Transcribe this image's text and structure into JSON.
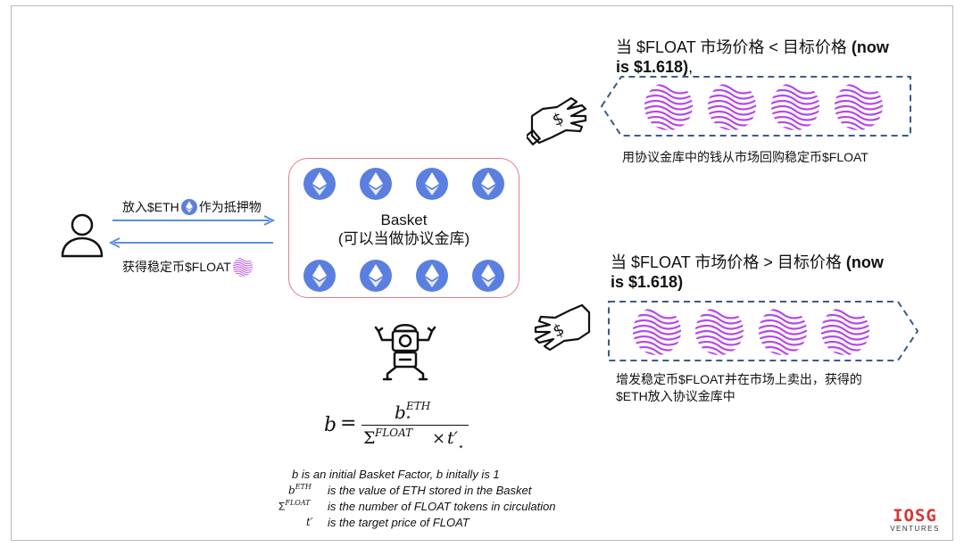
{
  "left": {
    "deposit_label_pre": "放入$ETH",
    "deposit_label_post": "作为抵押物",
    "receive_label": "获得稳定币$FLOAT"
  },
  "basket": {
    "line1": "Basket",
    "line2": "(可以当做协议金库)"
  },
  "top_case": {
    "title_line1_pre": "当 $FLOAT 市场价格 < 目标价格 ",
    "title_line1_bold": "(now",
    "title_line2_bold": "is $1.618)",
    "title_line2_tail": ",",
    "caption": "用协议金库中的钱从市场回购稳定币$FLOAT"
  },
  "bottom_case": {
    "title_line1_pre": "当 $FLOAT 市场价格 > 目标价格 ",
    "title_line1_bold": "(now",
    "title_line2_bold": "is $1.618)",
    "caption_line1": "增发稳定币$FLOAT并在市场上卖出，获得的",
    "caption_line2": "$ETH放入协议金库中"
  },
  "formula": {
    "lhs": "b",
    "eq": "=",
    "num_base": "b",
    "num_sup": "ETH",
    "star": "⋆",
    "den_sigma": "Σ",
    "den_sup": "FLOAT",
    "times": "×",
    "den_t": "t′"
  },
  "legend": {
    "line1": "b is an initial Basket Factor, b initally is 1",
    "sym2_base": "b",
    "sym2_sup": "ETH",
    "line2": "is the value of ETH stored in the Basket",
    "sym3_base": "Σ",
    "sym3_sup": "FLOAT",
    "line3": "is the number of FLOAT tokens in circulation",
    "sym4": "t′",
    "line4": "is the target price of FLOAT"
  },
  "brand": {
    "name": "IOSG",
    "sub": "VENTURES"
  },
  "colors": {
    "eth_coin": "#5b7fe0",
    "float_coin": "#b64ae8",
    "arrow": "#5b8fe0",
    "basket_border": "#e57a8a",
    "chevron_border": "#3b5a8c",
    "brand_red": "#d8352f"
  }
}
